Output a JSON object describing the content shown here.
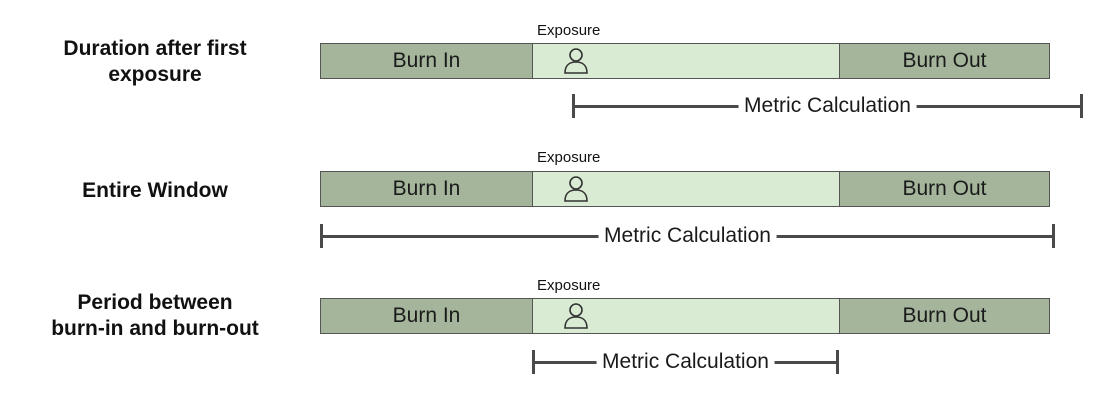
{
  "rows": [
    {
      "label_lines": [
        "Duration after first",
        "exposure"
      ],
      "exposure_label": "Exposure",
      "burn_in": "Burn In",
      "burn_out": "Burn Out",
      "metric": "Metric Calculation"
    },
    {
      "label_lines": [
        "Entire Window"
      ],
      "exposure_label": "Exposure",
      "burn_in": "Burn In",
      "burn_out": "Burn Out",
      "metric": "Metric Calculation"
    },
    {
      "label_lines": [
        "Period between",
        "burn-in and burn-out"
      ],
      "exposure_label": "Exposure",
      "burn_in": "Burn In",
      "burn_out": "Burn Out",
      "metric": "Metric Calculation"
    }
  ],
  "icons": {
    "exposure_marker": "person-icon"
  },
  "colors": {
    "burn_segment": "#a5b59c",
    "exposure_segment": "#d9ebd3",
    "metric_line": "#4a4a4a"
  }
}
